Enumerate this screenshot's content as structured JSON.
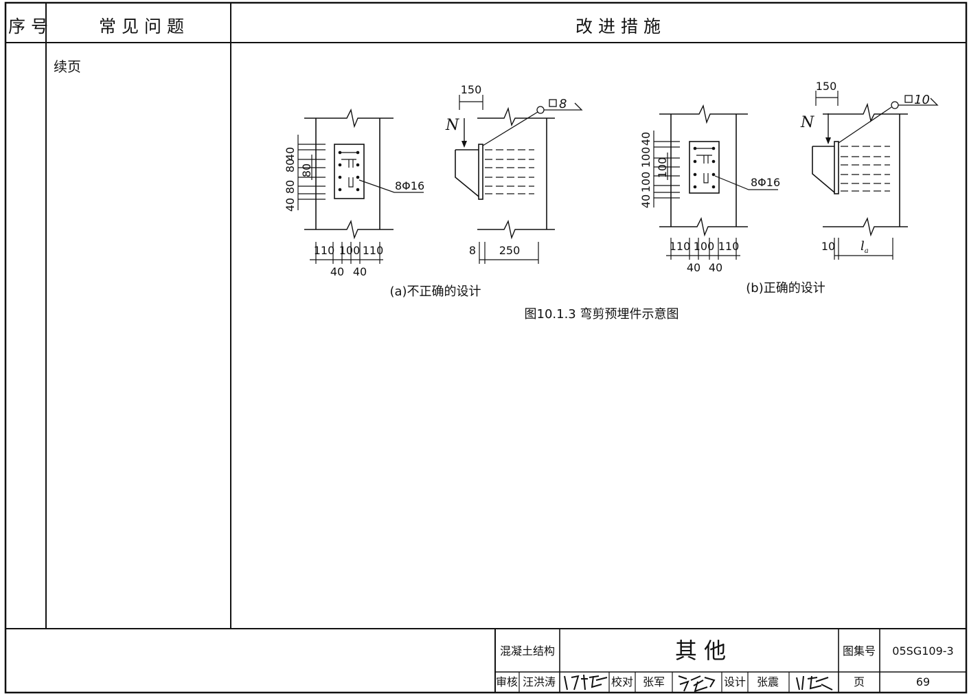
{
  "table": {
    "headers": {
      "index": "序号",
      "problem": "常见问题",
      "measure": "改进措施"
    },
    "problem_note": "续页"
  },
  "figure": {
    "a": {
      "left_dims": [
        "40",
        "80",
        "80",
        "40"
      ],
      "inner_dim": "80",
      "bars": "8Φ16",
      "bottom_dims_top": [
        "110",
        "100",
        "110"
      ],
      "bottom_dims_bottom": [
        "40",
        "40"
      ],
      "force": "N",
      "offset_dim": "150",
      "weld_size": "8",
      "side_dims": [
        "8",
        "250"
      ],
      "caption": "(a)不正确的设计"
    },
    "b": {
      "left_dims": [
        "40",
        "100",
        "100",
        "40"
      ],
      "inner_dim": "100",
      "bars": "8Φ16",
      "bottom_dims_top": [
        "110",
        "100",
        "110"
      ],
      "bottom_dims_bottom": [
        "40",
        "40"
      ],
      "force": "N",
      "offset_dim": "150",
      "weld_size": "10",
      "side_dims": [
        "10",
        "l"
      ],
      "side_dims_sub": "a",
      "caption": "(b)正确的设计"
    },
    "title": "图10.1.3 弯剪预埋件示意图"
  },
  "title_block": {
    "category": "混凝土结构",
    "drawing_title": "其 他",
    "atlas_label": "图集号",
    "atlas_no": "05SG109-3",
    "review_label": "审核",
    "reviewer": "汪洪涛",
    "check_label": "校对",
    "checker": "张军",
    "design_label": "设计",
    "designer": "张震",
    "page_label": "页",
    "page_no": "69"
  }
}
